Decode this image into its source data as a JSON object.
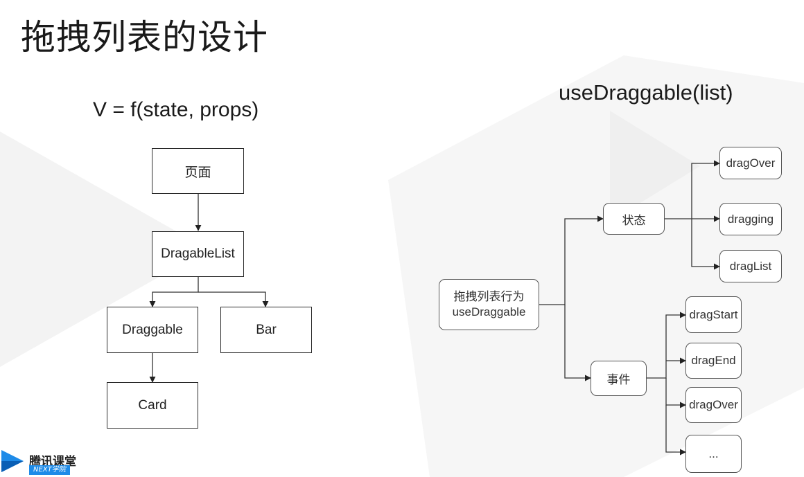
{
  "title": "拖拽列表的设计",
  "left_diagram": {
    "formula": "V = f(state, props)",
    "nodes": {
      "page": "页面",
      "list": "DragableList",
      "draggable": "Draggable",
      "bar": "Bar",
      "card": "Card"
    }
  },
  "right_diagram": {
    "hook": "useDraggable(list)",
    "root": "拖拽列表行为\nuseDraggable",
    "state": {
      "label": "状态",
      "items": [
        "dragOver",
        "dragging",
        "dragList"
      ]
    },
    "events": {
      "label": "事件",
      "items": [
        "dragStart",
        "dragEnd",
        "dragOver",
        "..."
      ]
    }
  },
  "logo": {
    "name": "腾讯课堂",
    "tagline": "NEXT学院"
  },
  "colors": {
    "watermark": "#f2f2f2",
    "logo_blue": "#1e8be8",
    "cursor_dot": "#e0342f"
  }
}
